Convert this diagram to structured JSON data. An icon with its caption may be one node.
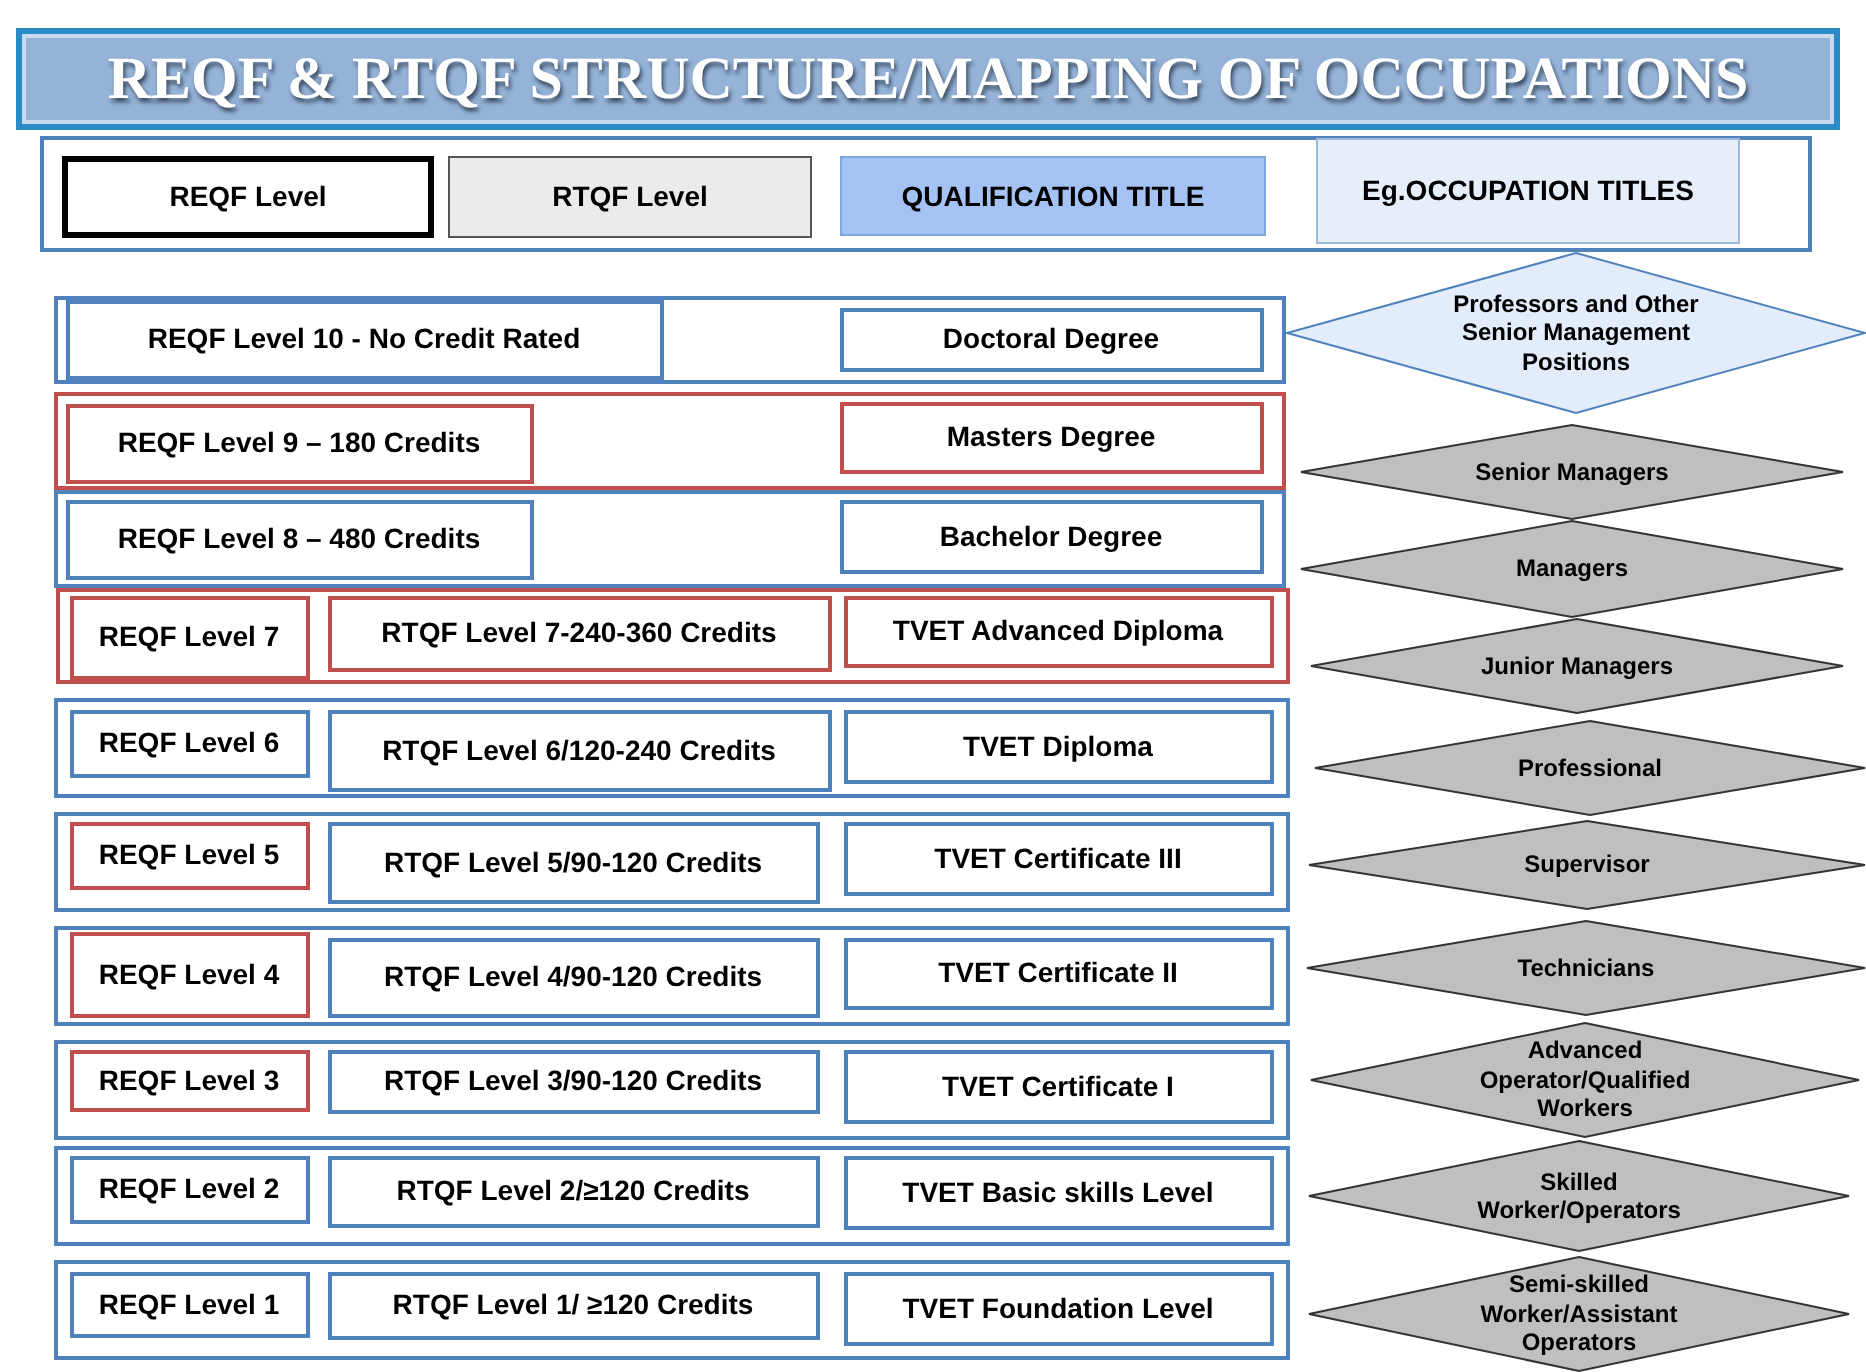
{
  "diagram": {
    "title": "REQF & RTQF STRUCTURE/MAPPING OF OCCUPATIONS",
    "nodes": [
      {
        "text": [],
        "shape": "box"
      },
      {
        "text": [
          "REQF Level"
        ],
        "in": 0
      },
      {
        "text": [
          "RTQF Level"
        ],
        "in": 0
      },
      {
        "text": [
          "QUALIFICATION TITLE"
        ],
        "in": 0
      },
      {
        "text": [
          "Eg.OCCUPATION TITLES"
        ],
        "in": 0
      },
      {
        "text": [],
        "shape": "box"
      },
      {
        "text": [
          "REQF Level 10 - No Credit Rated"
        ],
        "in": 5
      },
      {
        "text": [
          "Doctoral Degree"
        ],
        "in": 5
      },
      {
        "text": [
          "Professors and Other Senior Management Positions"
        ]
      },
      {
        "text": [],
        "shape": "box"
      },
      {
        "text": [
          "REQF Level 9 – 180 Credits"
        ],
        "in": 9
      },
      {
        "text": [
          "Masters Degree"
        ],
        "in": 9
      },
      {
        "text": [
          "Senior Managers"
        ]
      },
      {
        "text": [],
        "shape": "box"
      },
      {
        "text": [
          "REQF Level 8 – 480 Credits"
        ],
        "in": 13
      },
      {
        "text": [
          "Bachelor Degree"
        ],
        "in": 13
      },
      {
        "text": [
          "Managers"
        ]
      },
      {
        "text": [],
        "shape": "box"
      },
      {
        "text": [
          "REQF Level 7"
        ],
        "in": 17
      },
      {
        "text": [
          "RTQF Level 7-240-360 Credits"
        ],
        "in": 17
      },
      {
        "text": [
          "TVET Advanced Diploma"
        ],
        "in": 17
      },
      {
        "text": [
          "Junior Managers"
        ]
      },
      {
        "text": [],
        "shape": "box"
      },
      {
        "text": [
          "REQF Level 6"
        ],
        "in": 22
      },
      {
        "text": [
          "RTQF Level 6/120-240 Credits"
        ],
        "in": 22
      },
      {
        "text": [
          "TVET Diploma"
        ],
        "in": 22
      },
      {
        "text": [
          "Professional"
        ]
      },
      {
        "text": [],
        "shape": "box"
      },
      {
        "text": [
          "REQF Level 5"
        ],
        "in": 27
      },
      {
        "text": [
          "RTQF Level 5/90-120 Credits"
        ],
        "in": 27
      },
      {
        "text": [
          "TVET Certificate III"
        ],
        "in": 27
      },
      {
        "text": [
          "Supervisor"
        ]
      },
      {
        "text": [],
        "shape": "box"
      },
      {
        "text": [
          "REQF Level 4"
        ],
        "in": 32
      },
      {
        "text": [
          "RTQF Level 4/90-120 Credits"
        ],
        "in": 32
      },
      {
        "text": [
          "TVET Certificate II"
        ],
        "in": 32
      },
      {
        "text": [
          "Technicians"
        ]
      },
      {
        "text": [],
        "shape": "box"
      },
      {
        "text": [
          "REQF Level 3"
        ],
        "in": 37
      },
      {
        "text": [
          "RTQF Level 3/90-120 Credits"
        ],
        "in": 37
      },
      {
        "text": [
          "TVET Certificate I"
        ],
        "in": 37
      },
      {
        "text": [
          "Advanced Operator/Qualified Workers"
        ]
      },
      {
        "text": [],
        "shape": "box"
      },
      {
        "text": [
          "REQF Level 2"
        ],
        "in": 42
      },
      {
        "text": [
          "RTQF Level 2/≥120 Credits"
        ],
        "in": 42
      },
      {
        "text": [
          "TVET Basic skills Level"
        ],
        "in": 42
      },
      {
        "text": [
          "Skilled Worker/Operators"
        ]
      },
      {
        "text": [],
        "shape": "box"
      },
      {
        "text": [
          "REQF Level 1"
        ],
        "in": 47
      },
      {
        "text": [
          "RTQF Level 1/ ≥120 Credits"
        ],
        "in": 47
      },
      {
        "text": [
          "TVET Foundation Level"
        ],
        "in": 47
      },
      {
        "text": [
          "Semi-skilled Worker/Assistant Operators"
        ]
      }
    ]
  }
}
